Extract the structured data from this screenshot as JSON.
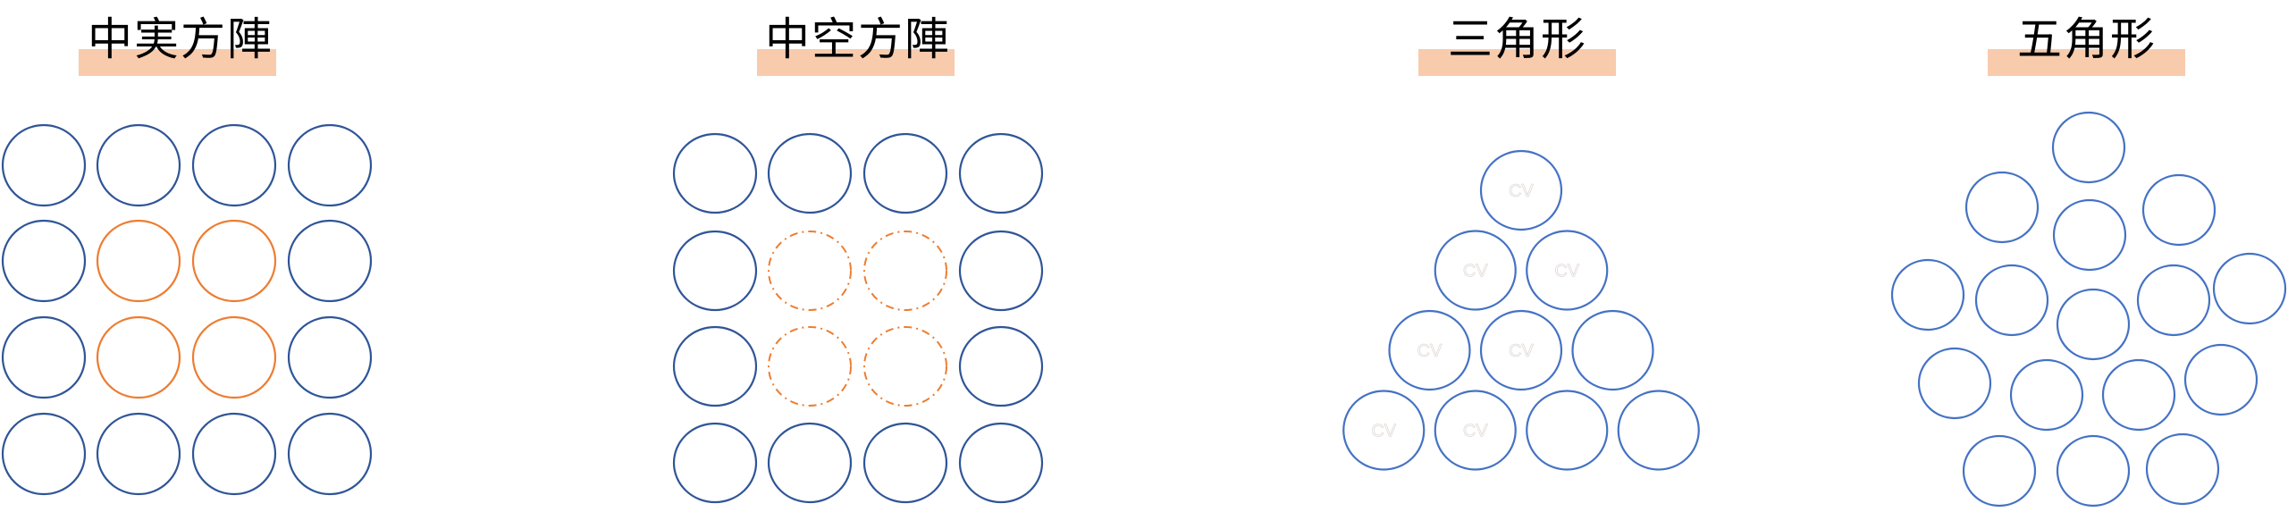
{
  "colors": {
    "title_bar": "#F8CBAD",
    "dark_blue": "#2F5597",
    "light_blue": "#4472C4",
    "orange": "#ED7D31",
    "cv_text": "#d8d0cc"
  },
  "panels": [
    {
      "id": "solid-square",
      "title": "中実方陣",
      "formation": "4x4 square, inner 2x2 highlighted (solid orange)",
      "rows": 4,
      "cols": 4,
      "highlight": [
        [
          1,
          1
        ],
        [
          1,
          2
        ],
        [
          2,
          1
        ],
        [
          2,
          2
        ]
      ],
      "highlight_style": "solid-orange",
      "base_style": "dark-blue"
    },
    {
      "id": "hollow-square",
      "title": "中空方陣",
      "formation": "4x4 square, inner 2x2 hollow (dash-dot orange)",
      "rows": 4,
      "cols": 4,
      "highlight": [
        [
          1,
          1
        ],
        [
          1,
          2
        ],
        [
          2,
          1
        ],
        [
          2,
          2
        ]
      ],
      "highlight_style": "dashdot-orange",
      "base_style": "dark-blue"
    },
    {
      "id": "triangle",
      "title": "三角形",
      "formation": "triangle rows 1,2,3,4",
      "row_counts": [
        1,
        2,
        3,
        4
      ],
      "labels": [
        [
          "CV"
        ],
        [
          "CV",
          "CV"
        ],
        [
          "CV",
          "CV",
          ""
        ],
        [
          "CV",
          "CV",
          "",
          ""
        ]
      ],
      "base_style": "light-blue"
    },
    {
      "id": "pentagon",
      "title": "五角形",
      "formation": "pentagonal arrangement, 16 circles",
      "count": 16,
      "base_style": "light-blue"
    }
  ]
}
